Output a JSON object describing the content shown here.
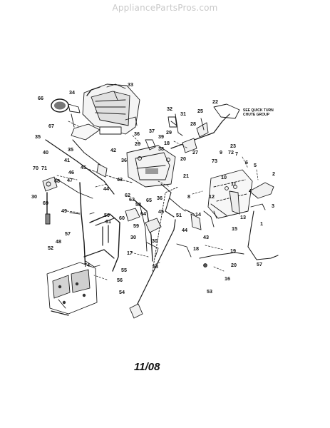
{
  "watermark": "AppliancePartsPros.com",
  "note": "SEE QUICK TURN CHUTE GROUP",
  "note_lines": [
    "SEE QUICK TURN",
    "CHUTE GROUP"
  ],
  "date_code": "11/08",
  "callouts": [
    "33",
    "34",
    "66",
    "67",
    "35",
    "36",
    "37",
    "39",
    "38",
    "32",
    "31",
    "29",
    "28",
    "25",
    "22",
    "23",
    "18",
    "27",
    "26",
    "20",
    "21",
    "40",
    "41",
    "42",
    "35",
    "36",
    "45",
    "46",
    "43",
    "44",
    "70",
    "71",
    "68",
    "30",
    "69",
    "73",
    "9",
    "72",
    "7",
    "6",
    "5",
    "2",
    "10",
    "12",
    "11",
    "4",
    "3",
    "8",
    "14",
    "43",
    "44",
    "15",
    "13",
    "1",
    "47",
    "49",
    "62",
    "63",
    "58",
    "64",
    "65",
    "45",
    "36",
    "51",
    "50",
    "61",
    "60",
    "59",
    "30",
    "30",
    "53",
    "57",
    "52",
    "48",
    "74",
    "17",
    "18",
    "19",
    "20",
    "16",
    "57",
    "53",
    "55",
    "56",
    "54"
  ]
}
